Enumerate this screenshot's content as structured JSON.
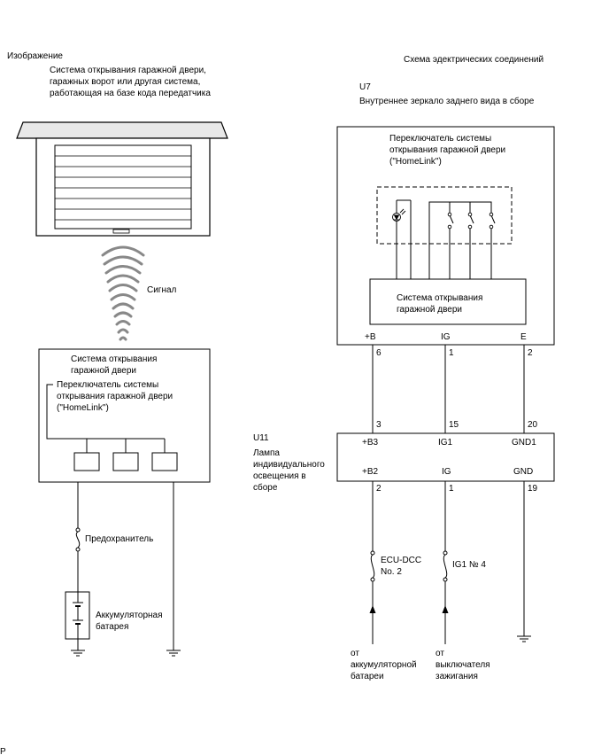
{
  "left": {
    "title": "Изображение",
    "desc": [
      "Система открывания гаражной двери,",
      "гаражных ворот или другая система,",
      "работающая на базе кода передатчика"
    ],
    "signal": "Сигнал",
    "unit_title": [
      "Система открывания",
      "гаражной двери"
    ],
    "switch_label": [
      "Переключатель системы",
      "открывания гаражной двери",
      "(\"HomeLink\")"
    ],
    "fuse": "Предохранитель",
    "battery": [
      "Аккумуляторная",
      "батарея"
    ]
  },
  "right": {
    "title": "Схема эдектрических соединений",
    "u7_code": "U7",
    "u7_name": "Внутреннее зеркало заднего вида в сборе",
    "switch_label": [
      "Переключатель системы",
      "открывания гаражной двери",
      "(\"HomeLink\")"
    ],
    "inner_box": [
      "Система открывания",
      "гаражной двери"
    ],
    "u7_pins": [
      "+B",
      "IG",
      "E"
    ],
    "u7_pin_nums": [
      "6",
      "1",
      "2"
    ],
    "u11_pin_nums_top": [
      "3",
      "15",
      "20"
    ],
    "u11_code": "U11",
    "u11_name": [
      "Лампа",
      "индивидуального",
      "освещения в",
      "сборе"
    ],
    "u11_pins_top": [
      "+B3",
      "IG1",
      "GND1"
    ],
    "u11_pins_bottom": [
      "+B2",
      "IG",
      "GND"
    ],
    "u11_pin_nums_bottom": [
      "2",
      "1",
      "19"
    ],
    "fuse1": [
      "ECU-DCC",
      "No. 2"
    ],
    "fuse2": "IG1 № 4",
    "from1": [
      "от",
      "аккумуляторной",
      "батареи"
    ],
    "from2": [
      "от",
      "выключателя",
      "зажигания"
    ]
  },
  "corner": "P"
}
